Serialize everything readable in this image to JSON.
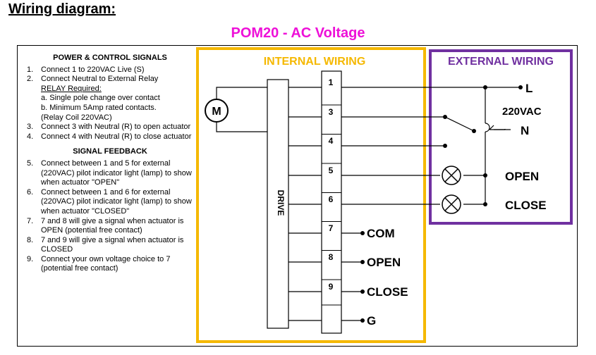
{
  "heading": "Wiring diagram:",
  "subtitle": "POM20 - AC Voltage",
  "colors": {
    "subtitle": "#ee10d8",
    "internal_frame": "#f5b800",
    "internal_label": "#f5b800",
    "external_frame": "#7030a0",
    "external_label": "#7030a0"
  },
  "notes": {
    "power_title": "POWER & CONTROL SIGNALS",
    "power_items": [
      {
        "num": "1.",
        "text": "Connect 1 to 220VAC Live (S)"
      },
      {
        "num": "2.",
        "text": "Connect Neutral to External Relay",
        "underlined": "RELAY Required:",
        "sub": [
          "a. Single pole change over contact",
          "b. Minimum 5Amp rated contacts.",
          "(Relay Coil 220VAC)"
        ]
      },
      {
        "num": "3.",
        "text": "Connect 3 with Neutral (R) to open actuator"
      },
      {
        "num": "4.",
        "text": "Connect 4 with Neutral (R) to close actuator"
      }
    ],
    "feedback_title": "SIGNAL FEEDBACK",
    "feedback_items": [
      {
        "num": "5.",
        "text": "Connect between 1 and 5 for external (220VAC) pilot indicator light (lamp) to show when actuator \"OPEN\""
      },
      {
        "num": "6.",
        "text": "Connect between 1 and 6 for external (220VAC) pilot indicator light (lamp) to show when actuator \"CLOSED\""
      },
      {
        "num": "7.",
        "text": "7 and 8 will give a signal when actuator is OPEN (potential free contact)"
      },
      {
        "num": "8.",
        "text": "7 and 9 will give a signal when actuator is CLOSED"
      },
      {
        "num": "9.",
        "text": "Connect your own voltage choice to 7 (potential free contact)"
      }
    ]
  },
  "internal": {
    "label": "INTERNAL WIRING",
    "motor_label": "M",
    "drive_label": "DRIVE",
    "terminals": [
      "1",
      "3",
      "4",
      "5",
      "6",
      "7",
      "8",
      "9"
    ]
  },
  "outputs": {
    "com": "COM",
    "open": "OPEN",
    "close": "CLOSE",
    "ground": "G"
  },
  "external": {
    "label": "EXTERNAL WIRING",
    "live": "L",
    "voltage": "220VAC",
    "neutral": "N",
    "open_lamp": "OPEN",
    "close_lamp": "CLOSE"
  }
}
